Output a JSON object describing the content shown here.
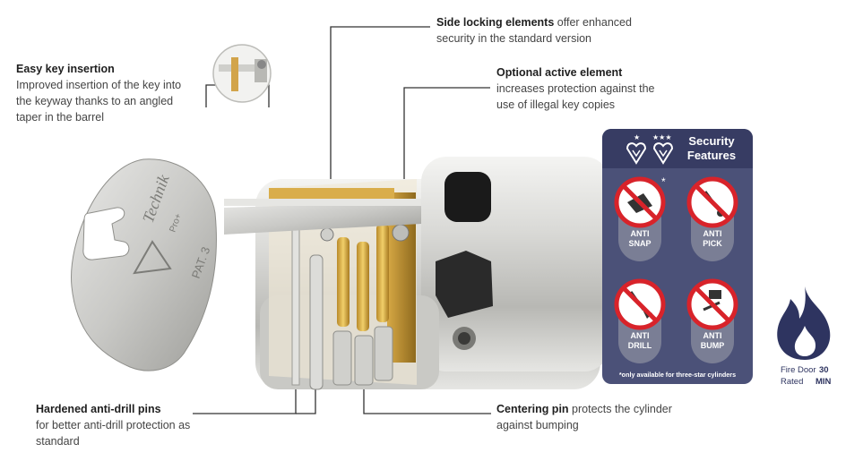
{
  "callouts": {
    "easy": {
      "title": "Easy key insertion",
      "text": "Improved insertion of the key into the keyway thanks to an angled taper in the barrel"
    },
    "side": {
      "title": "Side locking elements",
      "text": " offer enhanced security in the standard version"
    },
    "optional": {
      "title": "Optional active element",
      "text": "increases protection against the use of illegal key copies"
    },
    "hardened": {
      "title": "Hardened anti-drill pins",
      "text": "for better anti-drill protection as standard"
    },
    "centering": {
      "title": "Centering pin",
      "text": " protects the cylinder against bumping"
    }
  },
  "key": {
    "brand": "Technik",
    "model": "Pro+",
    "patent": "PAT. 3"
  },
  "security": {
    "title_line1": "Security",
    "title_line2": "Features",
    "features": [
      {
        "line1": "ANTI",
        "line2": "SNAP"
      },
      {
        "line1": "ANTI",
        "line2": "PICK"
      },
      {
        "line1": "ANTI",
        "line2": "DRILL"
      },
      {
        "line1": "ANTI",
        "line2": "BUMP"
      }
    ],
    "snap_mark": "*",
    "note": "*only available for three-star cylinders"
  },
  "fire": {
    "line1": "Fire Door",
    "line2": "Rated",
    "value": "30",
    "unit": "MIN"
  },
  "colors": {
    "panel": "#4b5178",
    "panel_header": "#373c63",
    "sign_red": "#d8232a",
    "fire": "#2e3460"
  }
}
